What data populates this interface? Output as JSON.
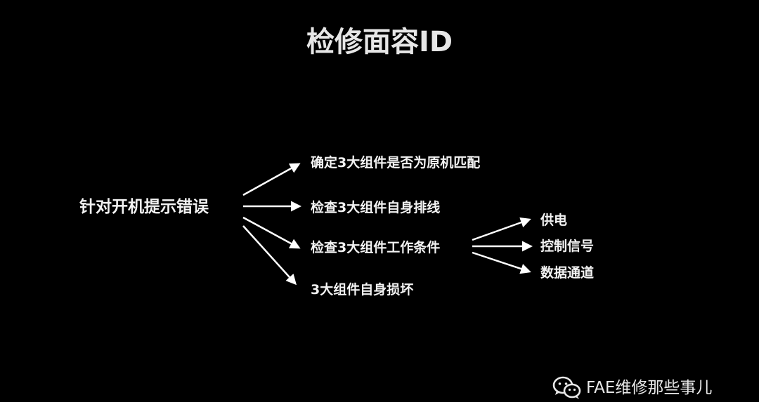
{
  "title": "检修面容ID",
  "root": "针对开机提示错误",
  "branches": [
    "确定3大组件是否为原机匹配",
    "检查3大组件自身排线",
    "检查3大组件工作条件",
    "3大组件自身损坏"
  ],
  "sub_branches": [
    "供电",
    "控制信号",
    "数据通道"
  ],
  "watermark": "FAE维修那些事儿",
  "colors": {
    "background": "#000000",
    "text": "#f2f2f2",
    "arrow": "#ffffff"
  },
  "icons": {
    "watermark_logo": "wechat-icon"
  }
}
